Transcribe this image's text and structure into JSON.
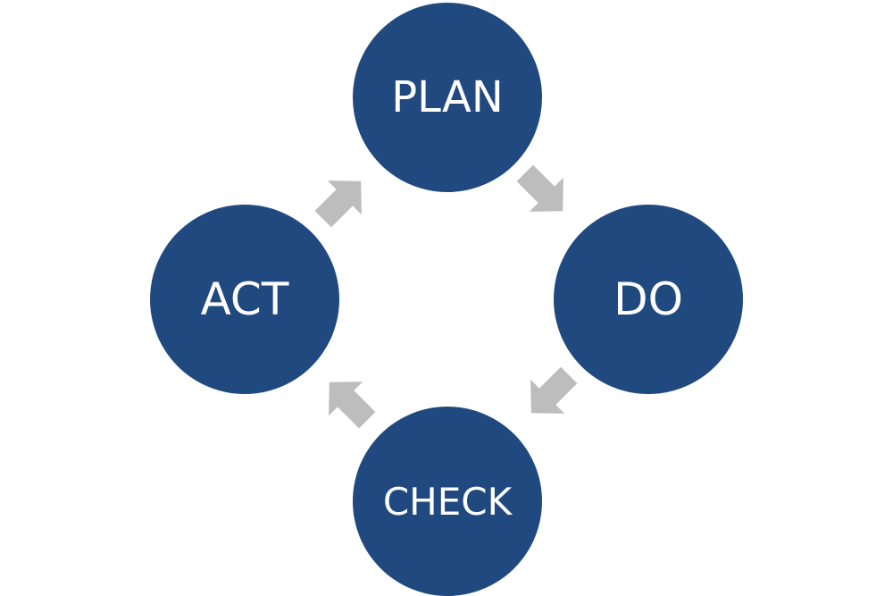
{
  "colors": {
    "node_fill": "#204a7f",
    "arrow_fill": "#bdbdbd",
    "text": "#ffffff"
  },
  "diagram": {
    "nodes": [
      {
        "id": "plan",
        "label": "PLAN"
      },
      {
        "id": "do",
        "label": "DO"
      },
      {
        "id": "check",
        "label": "CHECK"
      },
      {
        "id": "act",
        "label": "ACT"
      }
    ],
    "arrows": [
      {
        "from": "plan",
        "to": "do"
      },
      {
        "from": "do",
        "to": "check"
      },
      {
        "from": "check",
        "to": "act"
      },
      {
        "from": "act",
        "to": "plan"
      }
    ]
  }
}
